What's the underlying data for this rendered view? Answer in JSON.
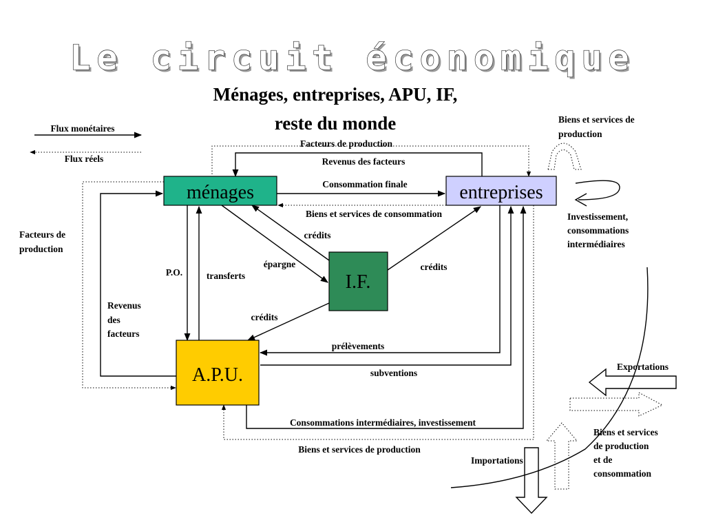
{
  "title": "Le circuit économique",
  "subtitle_line1": "Ménages, entreprises, APU, IF,",
  "subtitle_line2": "reste du monde",
  "legend": {
    "monetary": "Flux monétaires",
    "real": "Flux réels"
  },
  "nodes": {
    "menages": {
      "label": "ménages",
      "color": "#1fb38a"
    },
    "entreprises": {
      "label": "entreprises",
      "color": "#cfd0ff"
    },
    "if": {
      "label": "I.F.",
      "color": "#2e8b57"
    },
    "apu": {
      "label": "A.P.U.",
      "color": "#ffcc00"
    }
  },
  "flows": {
    "facteurs_production_top": "Facteurs de production",
    "revenus_facteurs_top": "Revenus des facteurs",
    "consommation_finale": "Consommation finale",
    "biens_services_consommation": "Biens et services de consommation",
    "credits_menages": "crédits",
    "epargne": "épargne",
    "credits_entreprises": "crédits",
    "credits_apu": "crédits",
    "po": "P.O.",
    "transferts": "transferts",
    "facteurs_production_left_1": "Facteurs de",
    "facteurs_production_left_2": "production",
    "revenus_left_1": "Revenus",
    "revenus_left_2": "des",
    "revenus_left_3": "facteurs",
    "prelevements": "prélèvements",
    "subventions": "subventions",
    "ci_investissement": "Consommations intermédiaires, investissement",
    "bs_production_bottom": "Biens et services de production"
  },
  "world": {
    "bs_production_1": "Biens et services de",
    "bs_production_2": "production",
    "invest_1": "Investissement,",
    "invest_2": "consommations",
    "invest_3": "intermédiaires",
    "exportations": "Exportations",
    "importations": "Importations",
    "bs_prod_conso_1": "Biens et services",
    "bs_prod_conso_2": "de production",
    "bs_prod_conso_3": "et de",
    "bs_prod_conso_4": "consommation"
  }
}
